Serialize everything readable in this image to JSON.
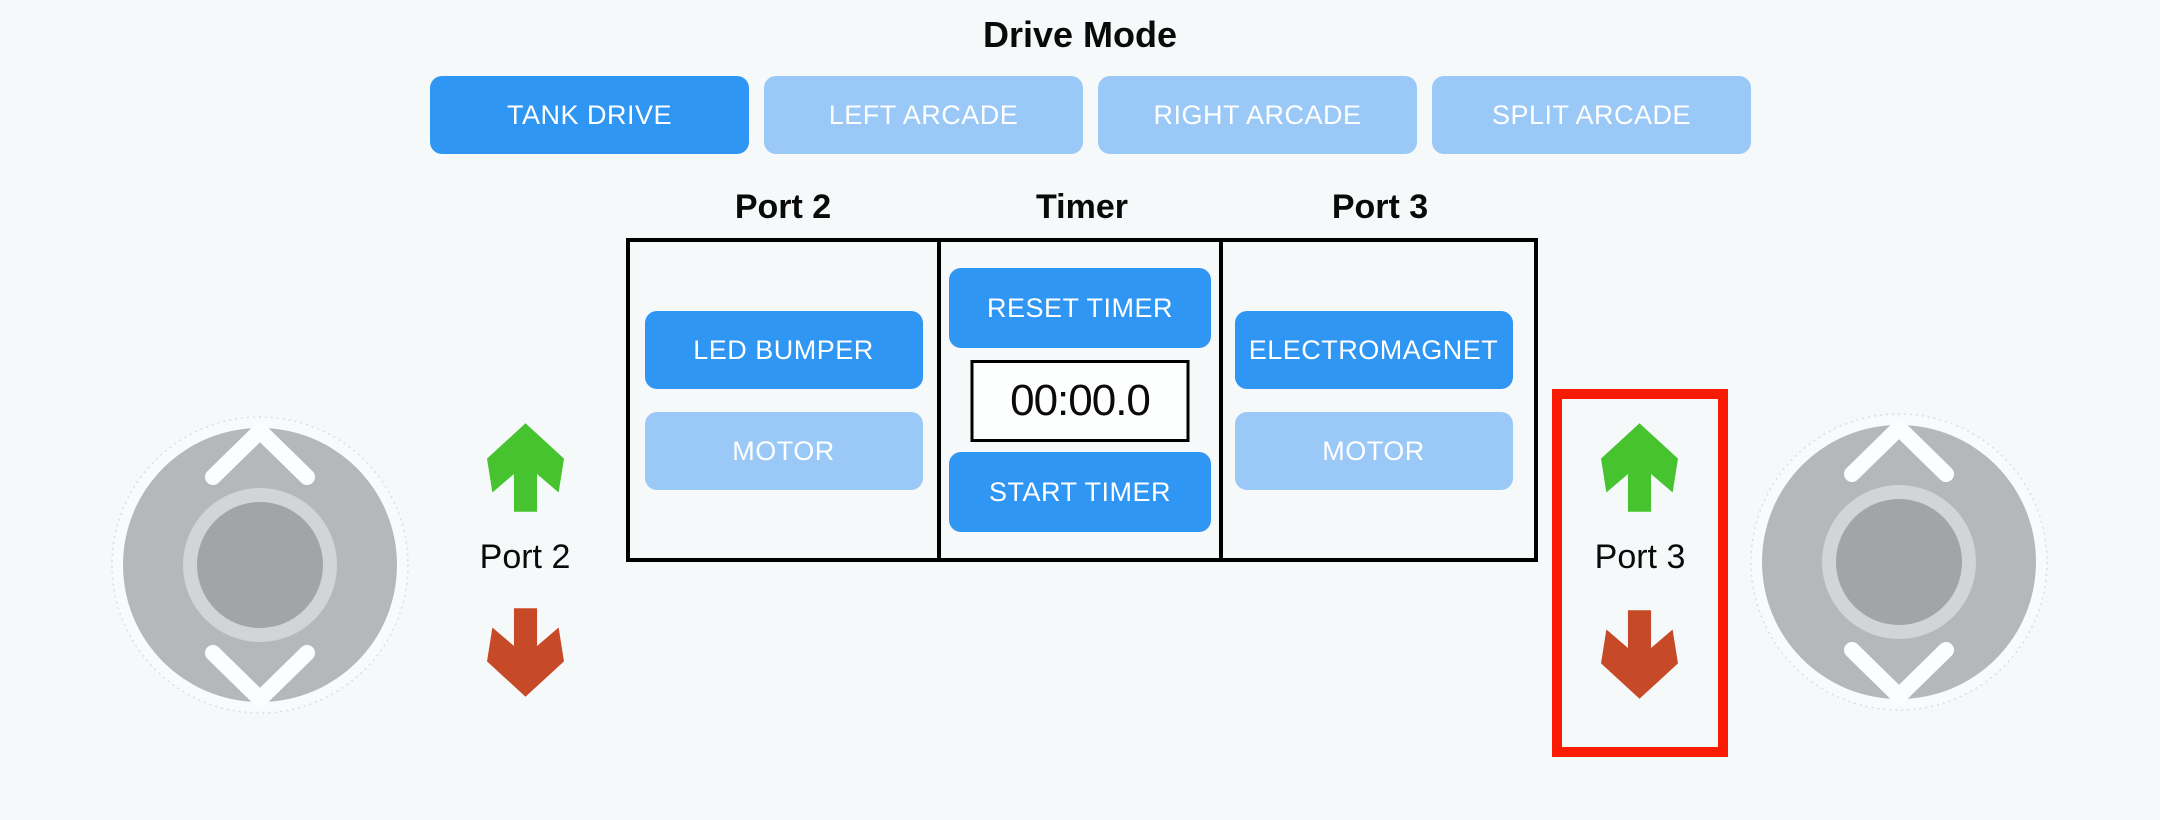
{
  "drive_mode": {
    "title": "Drive Mode",
    "buttons": [
      {
        "label": "TANK DRIVE",
        "active": true
      },
      {
        "label": "LEFT ARCADE",
        "active": false
      },
      {
        "label": "RIGHT ARCADE",
        "active": false
      },
      {
        "label": "SPLIT ARCADE",
        "active": false
      }
    ]
  },
  "panel": {
    "headers": [
      "Port 2",
      "Timer",
      "Port 3"
    ],
    "port2": {
      "buttons": [
        {
          "label": "LED BUMPER",
          "active": true
        },
        {
          "label": "MOTOR",
          "active": false
        }
      ]
    },
    "timer": {
      "reset_label": "RESET TIMER",
      "display": "00:00.0",
      "start_label": "START TIMER"
    },
    "port3": {
      "buttons": [
        {
          "label": "ELECTROMAGNET",
          "active": true
        },
        {
          "label": "MOTOR",
          "active": false
        }
      ]
    }
  },
  "left_control": {
    "label": "Port 2"
  },
  "right_control": {
    "label": "Port 3",
    "highlighted": true
  },
  "icons": [
    "up-arrow-icon",
    "down-arrow-icon",
    "chevron-up-icon",
    "chevron-down-icon",
    "joystick-knob"
  ],
  "colors": {
    "background": "#f5f9fa",
    "active_button": "#2f96f3",
    "inactive_button": "#9ac8f7",
    "button_text": "#ffffff",
    "table_border": "#000000",
    "timer_box_bg": "#fdfefe",
    "up_arrow_green": "#46c32f",
    "down_arrow_red": "#c64a28",
    "highlight_red": "#fa1b05",
    "joystick_base": "#b4b8ba",
    "joystick_knob": "#a1a5a7",
    "joystick_knob_ring": "#d2d5d6"
  }
}
